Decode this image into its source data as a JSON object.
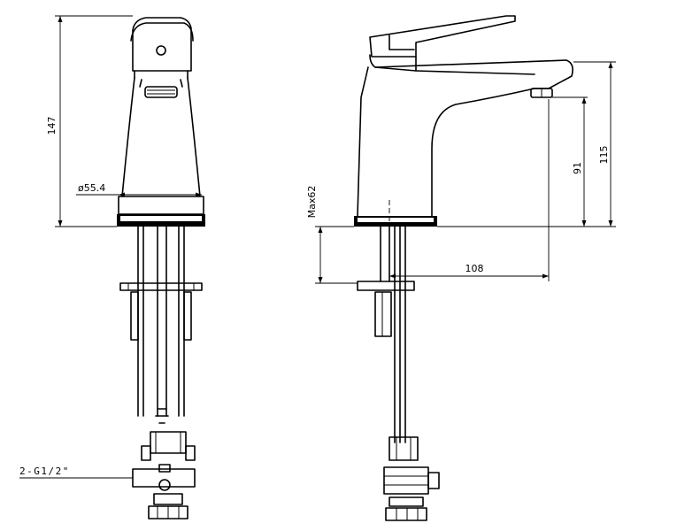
{
  "dimensions": {
    "height_total": "147",
    "base_diameter": "ø55.4",
    "max_deck": "Max62",
    "spout_height": "91",
    "total_height": "115",
    "spout_reach": "108",
    "connection": "2-G1/2\""
  }
}
